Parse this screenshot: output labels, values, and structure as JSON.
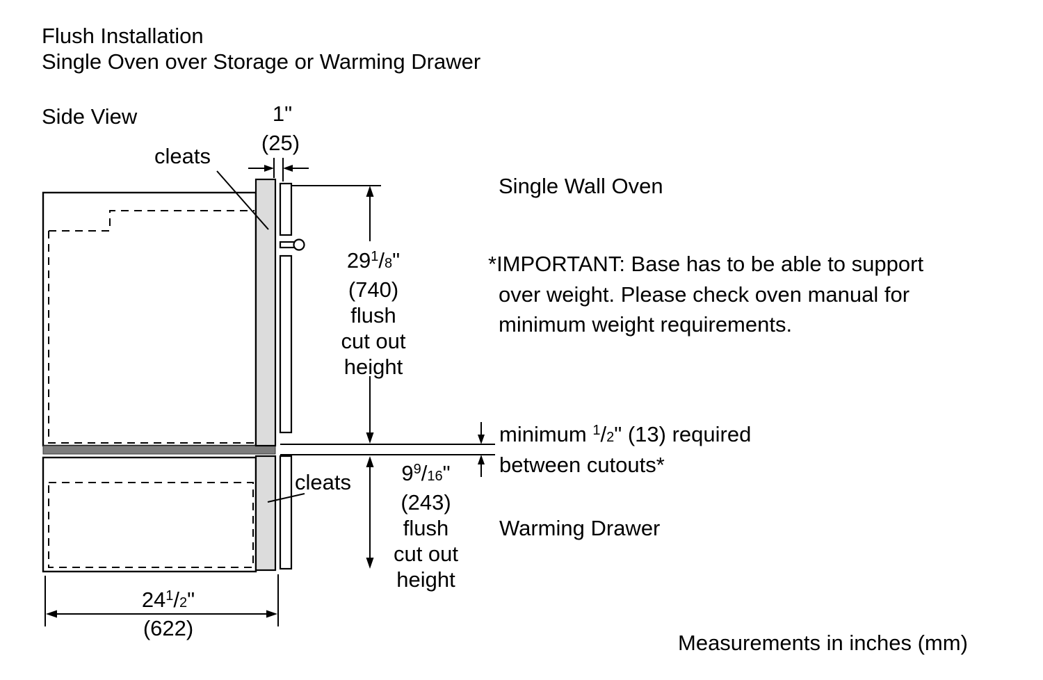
{
  "page": {
    "title_line1": "Flush Installation",
    "title_line2": "Single Oven over Storage or Warming Drawer",
    "view_label": "Side View",
    "footer": "Measurements in inches (mm)"
  },
  "labels": {
    "single_wall_oven": "Single Wall Oven",
    "warming_drawer": "Warming Drawer",
    "cleats_top": "cleats",
    "cleats_bottom": "cleats"
  },
  "note": {
    "line1": "*IMPORTANT: Base has to be able to support",
    "line2": "over weight. Please check oven manual for",
    "line3": "minimum weight requirements."
  },
  "gap_note": {
    "prefix": "minimum ",
    "frac_num": "1",
    "frac_sep": "/",
    "frac_den": "2",
    "suffix": "\" (13) required",
    "line2": "between cutouts*"
  },
  "dims": {
    "cleat_width": {
      "inches": "1\"",
      "mm": "(25)"
    },
    "oven_cutout": {
      "whole": "29",
      "frac_num": "1",
      "frac_sep": "/",
      "frac_den": "8",
      "unit": "\"",
      "mm": "(740)",
      "desc1": "flush",
      "desc2": "cut out",
      "desc3": "height"
    },
    "drawer_cutout": {
      "whole": "9",
      "frac_num": "9",
      "frac_sep": "/",
      "frac_den": "16",
      "unit": "\"",
      "mm": "(243)",
      "desc1": "flush",
      "desc2": "cut out",
      "desc3": "height"
    },
    "depth": {
      "whole": "24",
      "frac_num": "1",
      "frac_sep": "/",
      "frac_den": "2",
      "unit": "\"",
      "mm": "(622)"
    }
  }
}
